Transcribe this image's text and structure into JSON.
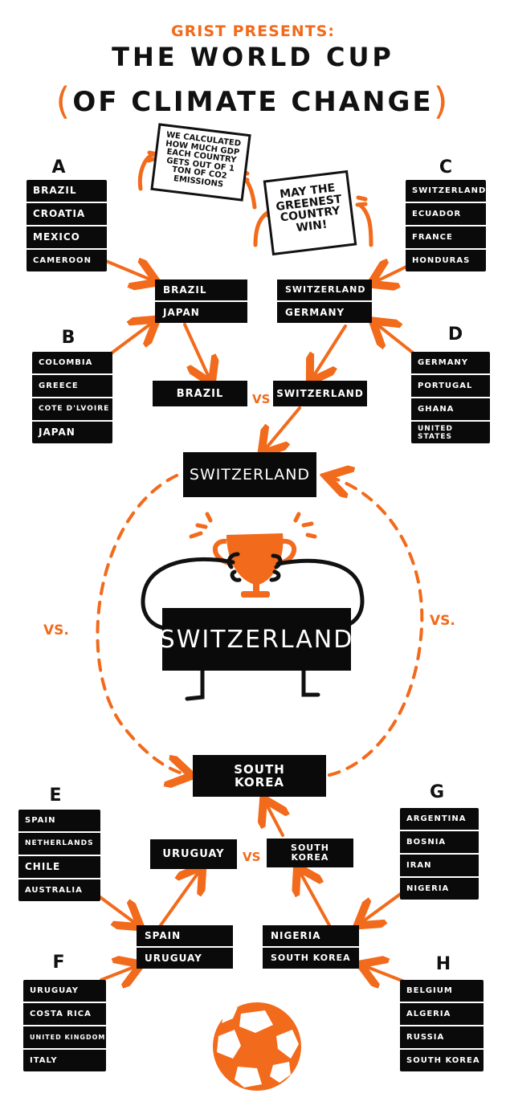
{
  "header": {
    "presents": "GRIST PRESENTS:",
    "title_line1": "THE WORLD CUP",
    "title_line2": "OF CLIMATE CHANGE",
    "paren_open": "(",
    "paren_close": ")"
  },
  "signs": {
    "left": "WE CALCULATED HOW MUCH GDP EACH COUNTRY GETS OUT OF 1 TON OF CO2 EMISSIONS",
    "right": "MAY THE GREENEST COUNTRY WIN!"
  },
  "groups": {
    "A": {
      "letter": "A",
      "teams": [
        "BRAZIL",
        "CROATIA",
        "MEXICO",
        "CAMEROON"
      ]
    },
    "B": {
      "letter": "B",
      "teams": [
        "COLOMBIA",
        "GREECE",
        "COTE D'LVOIRE",
        "JAPAN"
      ]
    },
    "C": {
      "letter": "C",
      "teams": [
        "SWITZERLAND",
        "ECUADOR",
        "FRANCE",
        "HONDURAS"
      ]
    },
    "D": {
      "letter": "D",
      "teams": [
        "GERMANY",
        "PORTUGAL",
        "GHANA",
        "UNITED STATES"
      ]
    },
    "E": {
      "letter": "E",
      "teams": [
        "SPAIN",
        "NETHERLANDS",
        "CHILE",
        "AUSTRALIA"
      ]
    },
    "F": {
      "letter": "F",
      "teams": [
        "URUGUAY",
        "COSTA RICA",
        "UNITED KINGDOM",
        "ITALY"
      ]
    },
    "G": {
      "letter": "G",
      "teams": [
        "ARGENTINA",
        "BOSNIA",
        "IRAN",
        "NIGERIA"
      ]
    },
    "H": {
      "letter": "H",
      "teams": [
        "BELGIUM",
        "ALGERIA",
        "RUSSIA",
        "SOUTH KOREA"
      ]
    }
  },
  "round2": {
    "AB": [
      "BRAZIL",
      "JAPAN"
    ],
    "CD": [
      "SWITZERLAND",
      "GERMANY"
    ],
    "EF": [
      "SPAIN",
      "URUGUAY"
    ],
    "GH": [
      "NIGERIA",
      "SOUTH KOREA"
    ]
  },
  "semifinal_top": {
    "left": "BRAZIL",
    "right": "SWITZERLAND",
    "vs": "VS"
  },
  "semifinal_bottom": {
    "left": "URUGUAY",
    "right": "SOUTH KOREA",
    "vs": "VS"
  },
  "finalists": {
    "top": "SWITZERLAND",
    "bottom": "SOUTH KOREA",
    "vs_left": "VS.",
    "vs_right": "VS."
  },
  "champion": "SWITZERLAND",
  "colors": {
    "accent": "#f26a1b",
    "box": "#0a0a0a",
    "text": "#111111"
  }
}
